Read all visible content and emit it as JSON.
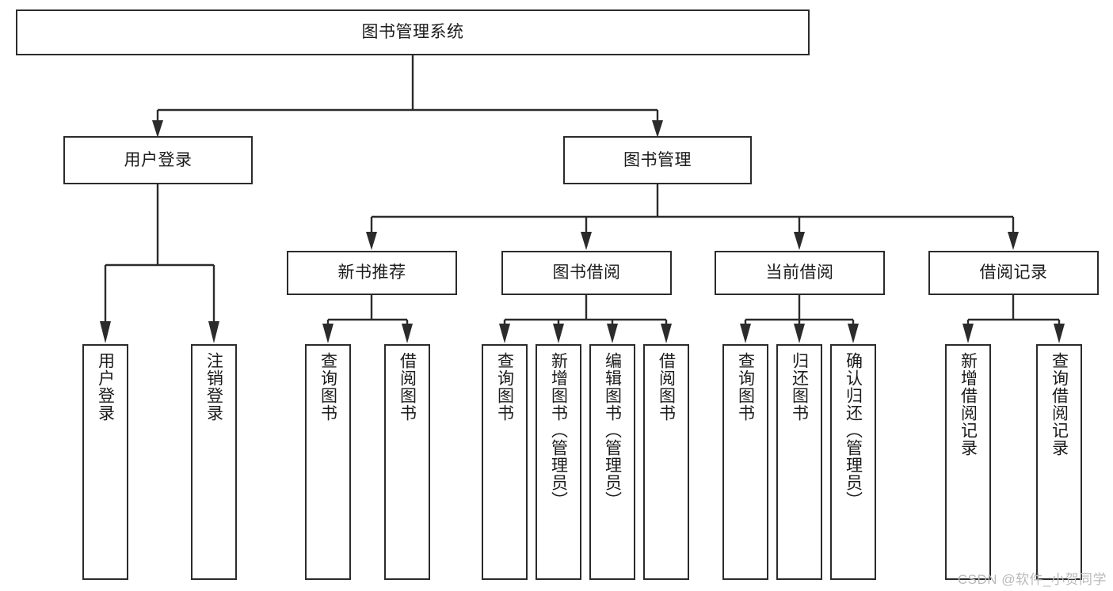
{
  "diagram": {
    "type": "tree",
    "title": "图书管理系统",
    "watermark": "CSDN @软件_小贺同学",
    "nodes": {
      "root": {
        "label": "图书管理系统"
      },
      "login": {
        "label": "用户登录"
      },
      "bookmgmt": {
        "label": "图书管理"
      },
      "newbook": {
        "label": "新书推荐"
      },
      "borrow": {
        "label": "图书借阅"
      },
      "current": {
        "label": "当前借阅"
      },
      "records": {
        "label": "借阅记录"
      },
      "leaf1": {
        "label": "用户登录"
      },
      "leaf2": {
        "label": "注销登录"
      },
      "leaf3": {
        "label": "查询图书"
      },
      "leaf4": {
        "label": "借阅图书"
      },
      "leaf5": {
        "label": "查询图书"
      },
      "leaf6": {
        "label": "新增图书（管理员）"
      },
      "leaf7": {
        "label": "编辑图书（管理员）"
      },
      "leaf8": {
        "label": "借阅图书"
      },
      "leaf9": {
        "label": "查询图书"
      },
      "leaf10": {
        "label": "归还图书"
      },
      "leaf11": {
        "label": "确认归还（管理员）"
      },
      "leaf12": {
        "label": "新增借阅记录"
      },
      "leaf13": {
        "label": "查询借阅记录"
      }
    },
    "colors": {
      "stroke": "#2b2b2b",
      "fill": "#ffffff",
      "text": "#1b1b1b",
      "watermark": "#b9b9b9"
    }
  }
}
